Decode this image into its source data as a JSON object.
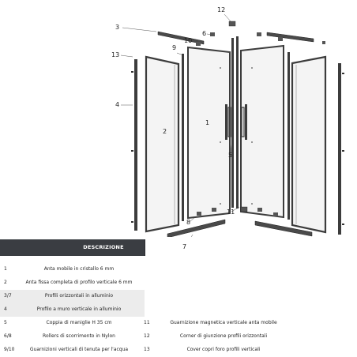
{
  "callouts": [
    "12",
    "3",
    "10",
    "6",
    "9",
    "13",
    "4",
    "2",
    "1",
    "5",
    "11",
    "8",
    "7"
  ],
  "table": {
    "header": "DESCRIZIONE",
    "rows": [
      {
        "num": "1",
        "desc": "Anta mobile in cristallo 6 mm",
        "num2": "",
        "desc2": ""
      },
      {
        "num": "2",
        "desc": "Anta fissa completa di profilo verticale 6 mm",
        "num2": "",
        "desc2": ""
      },
      {
        "num": "3/7",
        "desc": "Profili orizzontali in alluminio",
        "num2": "",
        "desc2": ""
      },
      {
        "num": "4",
        "desc": "Profilo a muro verticale in alluminio",
        "num2": "",
        "desc2": ""
      },
      {
        "num": "5",
        "desc": "Coppia di maniglie H 35 cm",
        "num2": "11",
        "desc2": "Guarnizione magnetica verticale anta mobile"
      },
      {
        "num": "6/8",
        "desc": "Rollers di scorrimento in Nylon",
        "num2": "12",
        "desc2": "Corner di giunzione profili orizzontali"
      },
      {
        "num": "9/10",
        "desc": "Guarnizioni verticali di tenuta per l'acqua",
        "num2": "13",
        "desc2": "Cover copri foro profili verticali"
      }
    ]
  },
  "colors": {
    "header_bg": "#3a3d42",
    "row_shade": "#ececec",
    "frame": "#3c3c3c",
    "glass": "#f4f4f4"
  }
}
